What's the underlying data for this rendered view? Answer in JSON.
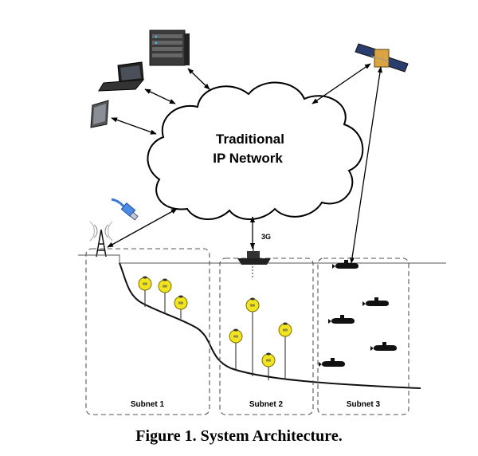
{
  "cloud": {
    "line1": "Traditional",
    "line2": "IP Network"
  },
  "link_label": "3G",
  "subnets": {
    "s1": "Subnet 1",
    "s2": "Subnet 2",
    "s3": "Subnet 3"
  },
  "caption": "Figure 1. System Architecture.",
  "icons": {
    "server": "server-icon",
    "laptop": "laptop-icon",
    "phone": "smartphone-icon",
    "cable": "ethernet-cable-icon",
    "tower": "radio-tower-icon",
    "satellite": "satellite-icon",
    "ship": "ship-icon",
    "sensor": "sensor-buoy-icon",
    "auv": "submarine-icon"
  },
  "colors": {
    "sensor": "#f2e41e",
    "cloud_stroke": "#000000",
    "boundary": "#555555"
  }
}
